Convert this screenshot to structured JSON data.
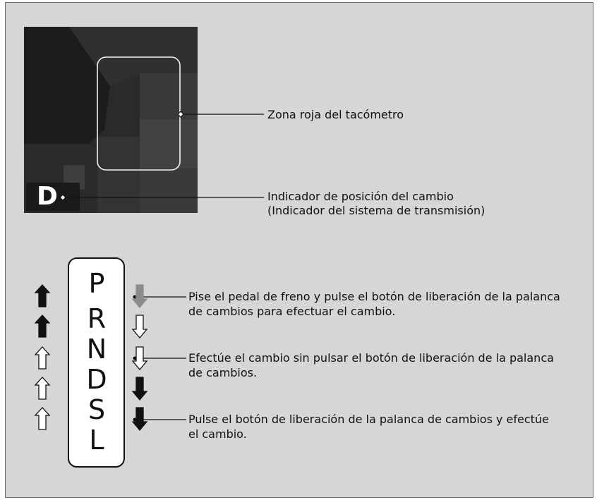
{
  "dashboard": {
    "shift_indicator_letter": "D"
  },
  "callouts": {
    "tachometer_red_zone": "Zona roja del tacómetro",
    "shift_position_indicator_line1": "Indicador de posición del cambio",
    "shift_position_indicator_line2": "(Indicador del sistema de transmisión)"
  },
  "gear_selector": {
    "positions": [
      "P",
      "R",
      "N",
      "D",
      "S",
      "L"
    ]
  },
  "instructions": {
    "press_brake_line1": "Pise el pedal de freno y pulse el botón de liberación de la palanca",
    "press_brake_line2": "de cambios para efectuar el cambio.",
    "no_release_line1": "Efectúe el cambio sin pulsar el botón de liberación de la palanca",
    "no_release_line2": "de cambios.",
    "press_release_line1": "Pulse el botón de liberación de la palanca de cambios y efectúe",
    "press_release_line2": "el cambio."
  },
  "colors": {
    "panel_background": "#d6d6d6",
    "arrow_black": "#111111",
    "arrow_gray": "#8c8c8c",
    "arrow_white": "#ffffff"
  }
}
